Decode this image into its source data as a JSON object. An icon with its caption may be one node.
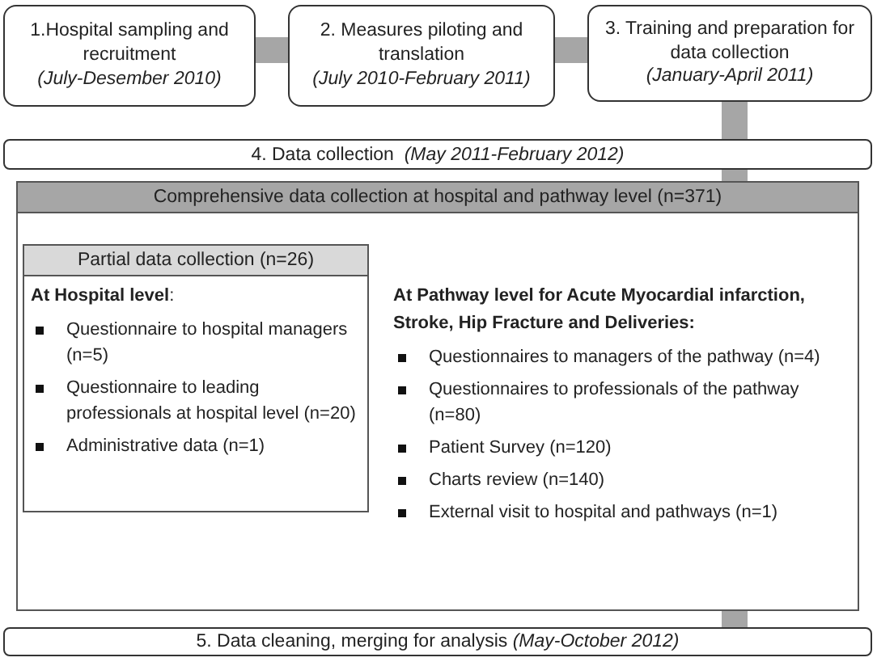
{
  "diagram": {
    "nodes": [
      {
        "text": [
          "1.Hospital sampling and recruitment",
          "(July-Desember 2010)"
        ]
      },
      {
        "text": [
          "2. Measures piloting and translation",
          "(July 2010-February 2011)"
        ]
      },
      {
        "text": [
          "3. Training and preparation for data collection",
          "(January-April 2011)"
        ]
      },
      {
        "text": [
          "4. Data collection  *(May 2011-February 2012)*"
        ]
      },
      {
        "text": [
          "Comprehensive data collection at hospital and pathway level (n=371)",
          "At Pathway level for Acute Myocardial infarction, Stroke, Hip Fracture and Deliveries:",
          "Questionnaires to managers of the pathway (n=4)",
          "Questionnaires to professionals of the pathway (n=80)",
          "Patient Survey (n=120)",
          "Charts review (n=140)",
          "External visit to hospital and pathways (n=1)"
        ]
      },
      {
        "text": [
          "Partial data collection (n=26)",
          "**At Hospital level**:",
          "Questionnaire to hospital managers (n=5)",
          "Questionnaire to leading professionals at hospital level (n=20)",
          "Administrative data (n=1)"
        ],
        "in": 4
      },
      {
        "text": [
          "5. Data cleaning, merging for analysis *(May-October 2012)*"
        ]
      }
    ],
    "edges": [
      {
        "from": 0,
        "to": 1,
        "arrow": "none"
      },
      {
        "from": 1,
        "to": 2,
        "arrow": "none"
      },
      {
        "from": 2,
        "to": 3,
        "arrow": "none"
      },
      {
        "from": 3,
        "to": 4,
        "arrow": "none"
      },
      {
        "from": 4,
        "to": 6,
        "arrow": "none"
      }
    ]
  }
}
